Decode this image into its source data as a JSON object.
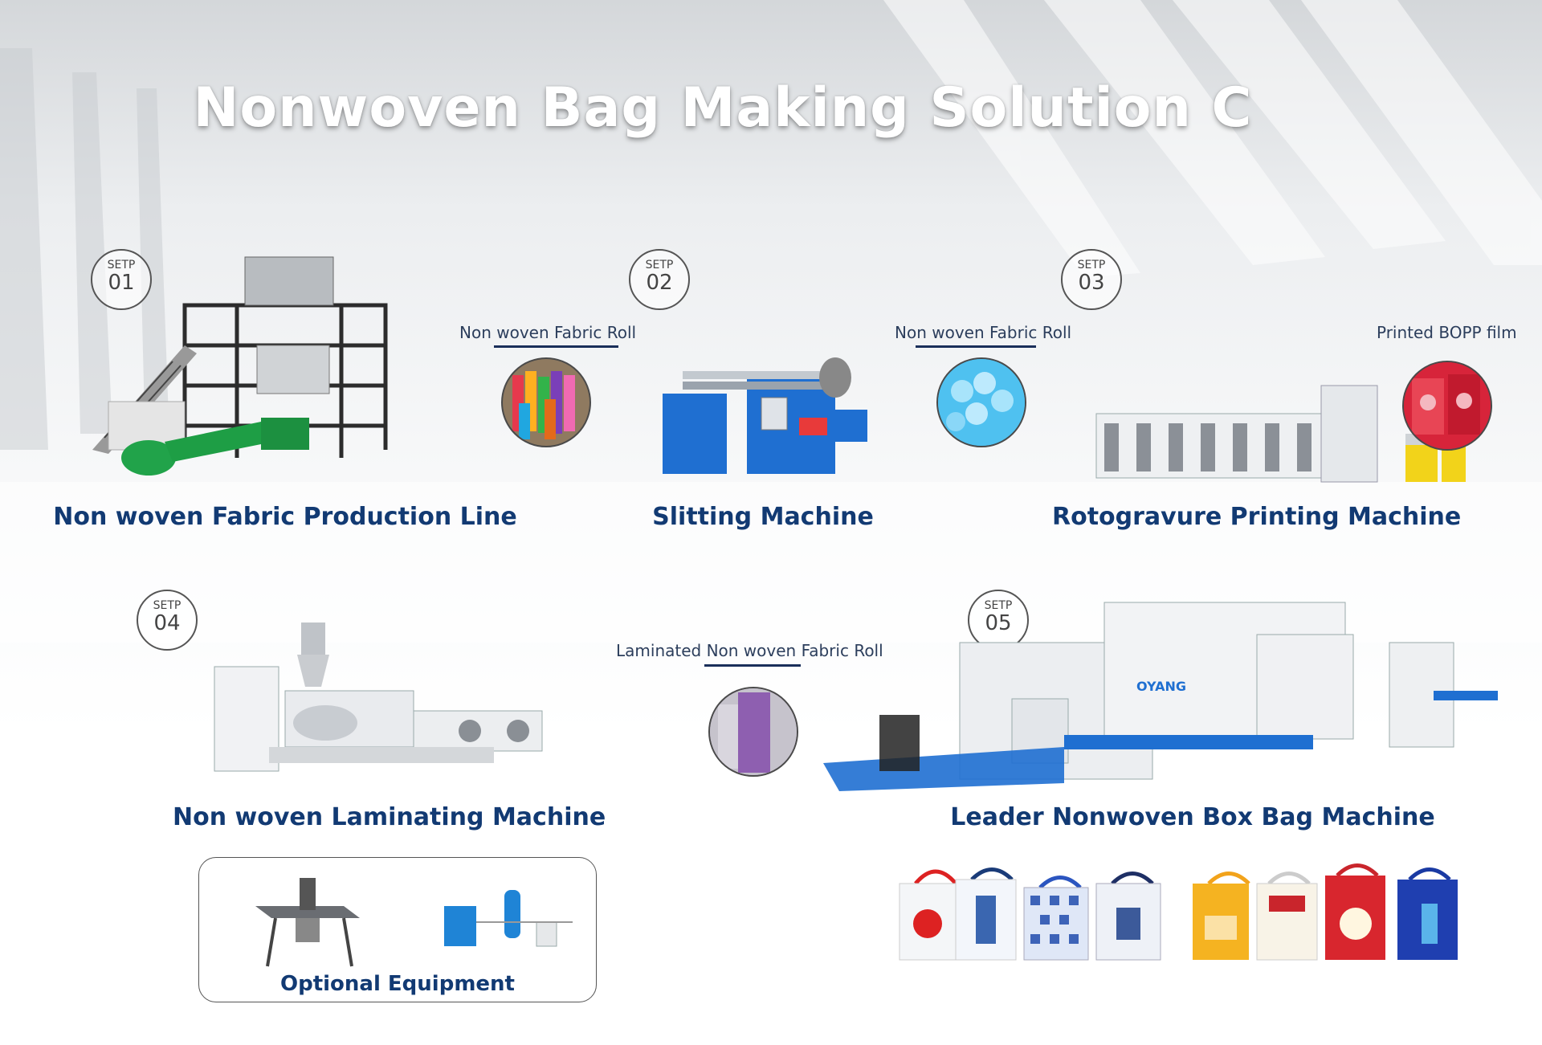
{
  "title": "Nonwoven Bag Making Solution C",
  "step_word": "SETP",
  "steps": [
    {
      "num": "01",
      "machine": "Non woven Fabric Production Line"
    },
    {
      "num": "02",
      "machine": "Slitting Machine",
      "input_material": "Non woven Fabric Roll"
    },
    {
      "num": "03",
      "machine": "Rotogravure Printing Machine",
      "input_material": "Non woven Fabric Roll",
      "extra_material": "Printed BOPP film"
    },
    {
      "num": "04",
      "machine": "Non woven Laminating Machine"
    },
    {
      "num": "05",
      "machine": "Leader Nonwoven Box Bag Machine",
      "input_material": "Laminated Non woven Fabric Roll"
    }
  ],
  "optional": {
    "label": "Optional Equipment"
  },
  "colors": {
    "title": "#ffffff",
    "label": "#123a73",
    "machine_blue": "#1f6fd1",
    "machine_black": "#2c2c2c"
  }
}
